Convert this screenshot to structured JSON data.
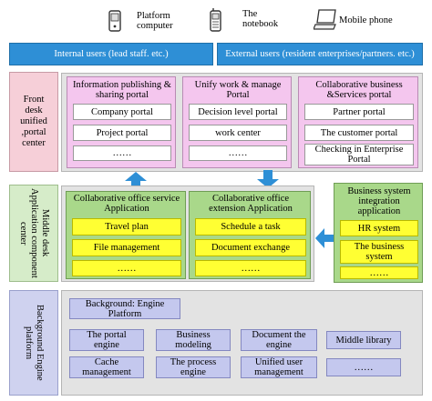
{
  "devices": [
    {
      "icon": "phone-icon",
      "label": "Platform\ncomputer"
    },
    {
      "icon": "mobile-icon",
      "label": "The\nnotebook"
    },
    {
      "icon": "laptop-icon",
      "label": "Mobile phone"
    }
  ],
  "users": {
    "internal": "Internal users (lead staff. etc.)",
    "external": "External users (resident enterprises/partners. etc.)"
  },
  "front": {
    "label": "Front\ndesk\nunified\n,portal\ncenter",
    "portals": [
      {
        "title": "Information publishing &\nsharing portal",
        "items": [
          "Company portal",
          "Project portal",
          "……"
        ]
      },
      {
        "title": "Unify work & manage\nPortal",
        "items": [
          "Decision level portal",
          "work center",
          "……"
        ]
      },
      {
        "title": "Collaborative business\n&Services portal",
        "items": [
          "Partner portal",
          "The customer portal",
          "Checking in Enterprise\nPortal"
        ]
      }
    ]
  },
  "middle": {
    "label": "Middle desk\nApplication component\ncenter",
    "apps": [
      {
        "title": "Collaborative office service\nApplication",
        "items": [
          "Travel plan",
          "File management",
          "……"
        ]
      },
      {
        "title": "Collaborative office\nextension Application",
        "items": [
          "Schedule a task",
          "Document exchange",
          "……"
        ]
      }
    ],
    "integration": {
      "title": "Business system\nintegration\napplication",
      "items": [
        "HR system",
        "The business\nsystem",
        "……"
      ]
    }
  },
  "background": {
    "label": "Background Engine\nplatform",
    "title": "Background: Engine\nPlatform",
    "row1": [
      "The portal\nengine",
      "Business\nmodeling",
      "Document the\nengine",
      "Middle library"
    ],
    "row2": [
      "Cache\nmanagement",
      "The process\nengine",
      "Unified user\nmanagement",
      "……"
    ]
  },
  "colors": {
    "users_blue": "#2e8fd6",
    "arrow_blue": "#2e8fd6",
    "front_pink": "#f6cfd8",
    "portal_pink": "#f4c6ee",
    "app_green": "#a9d88a",
    "cell_yellow": "#ffff33",
    "engine_purple": "#c4c8ee"
  }
}
